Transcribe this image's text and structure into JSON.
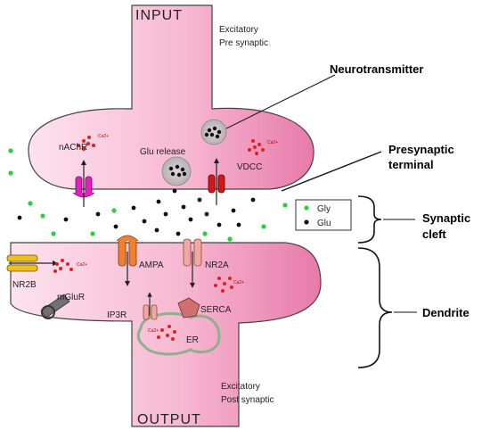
{
  "titles": {
    "input": "INPUT",
    "output": "OUTPUT"
  },
  "pre": {
    "type_line1": "Excitatory",
    "type_line2": "Pre synaptic"
  },
  "post": {
    "type_line1": "Excitatory",
    "type_line2": "Post synaptic"
  },
  "callouts": {
    "neurotransmitter": "Neurotransmitter",
    "presynaptic_line1": "Presynaptic",
    "presynaptic_line2": "terminal",
    "cleft_line1": "Synaptic",
    "cleft_line2": "cleft",
    "dendrite": "Dendrite"
  },
  "legend": {
    "gly": "Gly",
    "glu": "Glu",
    "gly_color": "#2ecc40",
    "glu_color": "#111111"
  },
  "pre_labels": {
    "nachr": "nAChR",
    "glu_release": "Glu release",
    "vdcc": "VDCC",
    "ca": "Ca2+"
  },
  "post_labels": {
    "ampa": "AMPA",
    "nr2a": "NR2A",
    "nr2b": "NR2B",
    "mglur": "mGluR",
    "ip3r": "IP3R",
    "serca": "SERCA",
    "er": "ER",
    "ca": "Ca2+"
  },
  "colors": {
    "membrane_fill": "#f9c6da",
    "membrane_dark": "#e77aa9",
    "nachr": "#e020c0",
    "vdcc": "#d01818",
    "ampa": "#f08030",
    "nr2a": "#f0a8a0",
    "nr2b": "#f0c020",
    "mglur": "#707070",
    "ip3r": "#f0a8a0",
    "serca": "#d07070",
    "er_outline": "#8fb08f",
    "calcium": "#e02020"
  }
}
